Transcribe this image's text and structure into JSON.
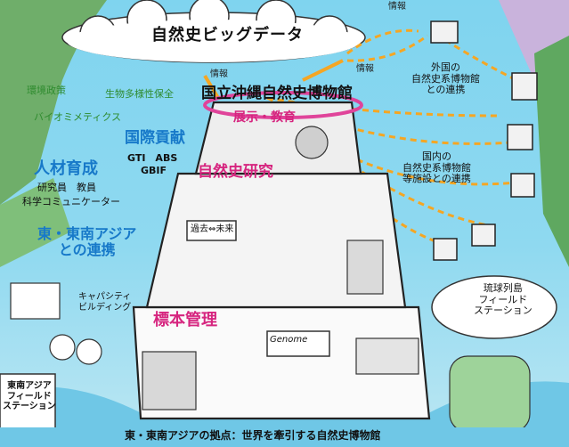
{
  "cloud_title": "自然史ビッグデータ",
  "info_label": "情報",
  "museum_name": "国立沖縄自然史博物館",
  "tiers": {
    "top": "展示・教育",
    "middle": "自然史研究",
    "bottom": "標本管理"
  },
  "left_items": {
    "env_policy": "環境政策",
    "biodiversity": "生物多様性保全",
    "biomimetics": "バイオミメティクス",
    "intl": "国際貢献",
    "intl_orgs": "GTI　ABS",
    "gbif": "GBIF",
    "hr": "人材育成",
    "hr_roles": "研究員　教員",
    "sci_comm": "科学コミュニケーター",
    "asia_link_1": "東・東南アジア",
    "asia_link_2": "との連携",
    "capacity_1": "キャパシティ",
    "capacity_2": "ビルディング",
    "asia_field_1": "東南アジア",
    "asia_field_2": "フィールド",
    "asia_field_3": "ステーション"
  },
  "right_items": {
    "foreign_1": "外国の",
    "foreign_2": "自然史系博物館",
    "foreign_3": "との連携",
    "domestic_1": "国内の",
    "domestic_2": "自然史系博物館",
    "domestic_3": "等施設との連携",
    "ryukyu_1": "琉球列島",
    "ryukyu_2": "フィールド",
    "ryukyu_3": "ステーション"
  },
  "past_future": "過去⇔未来",
  "specimen_label": "Genome",
  "footer": "東・東南アジアの拠点：世界を牽引する自然史博物館",
  "colors": {
    "info_arrow": "#f5a623",
    "green_text": "#2e8b2e",
    "magenta_text": "#d6257f",
    "blue_text": "#1779c9",
    "sky": "#8fd9f0"
  }
}
